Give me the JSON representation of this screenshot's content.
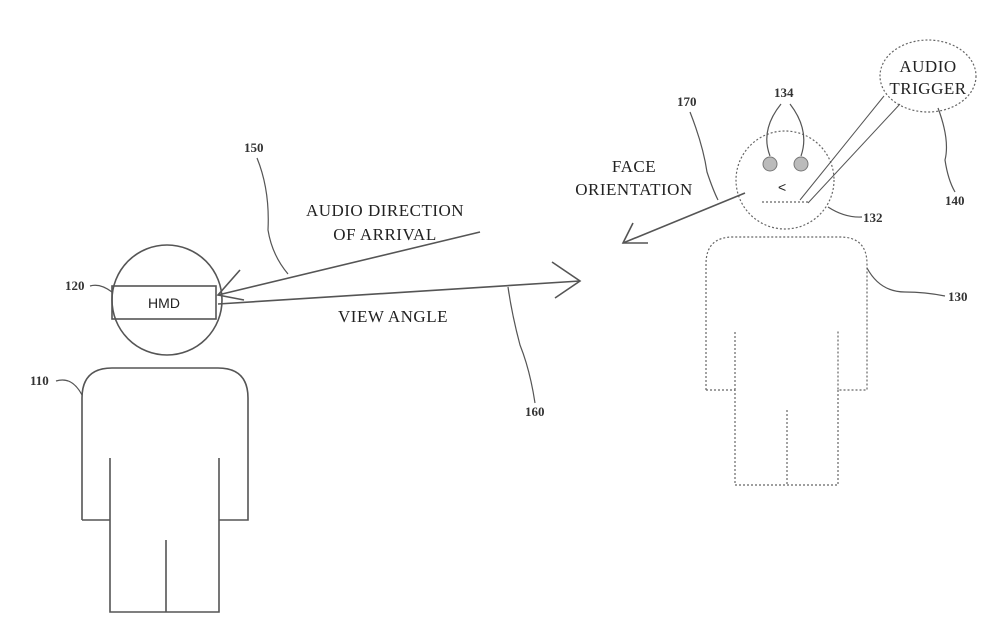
{
  "labels": {
    "hmd": "HMD",
    "audio_direction_line1": "AUDIO DIRECTION",
    "audio_direction_line2": "OF ARRIVAL",
    "view_angle": "VIEW ANGLE",
    "face_orientation_line1": "FACE",
    "face_orientation_line2": "ORIENTATION",
    "audio_trigger_line1": "AUDIO",
    "audio_trigger_line2": "TRIGGER",
    "mouth_symbol": "<"
  },
  "refs": {
    "r110": "110",
    "r120": "120",
    "r130": "130",
    "r132": "132",
    "r134": "134",
    "r140": "140",
    "r150": "150",
    "r160": "160",
    "r170": "170"
  }
}
